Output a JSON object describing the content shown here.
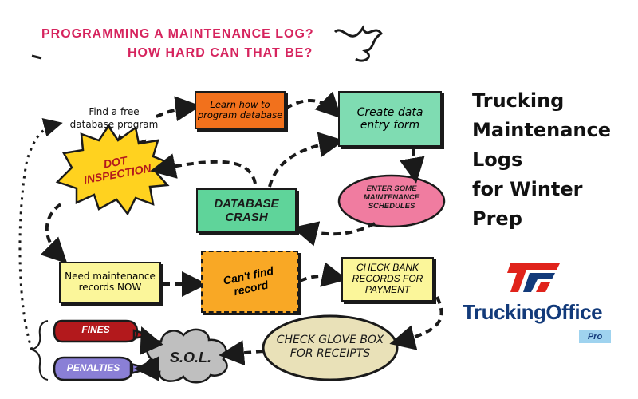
{
  "headline": {
    "line1": "PROGRAMMING A MAINTENANCE LOG?",
    "line2": "HOW HARD CAN THAT BE?"
  },
  "nodes": {
    "find_program": {
      "line1": "Find a free",
      "line2": "database program"
    },
    "learn_program": {
      "line1": "Learn how to",
      "line2": "program database"
    },
    "create_form": {
      "line1": "Create data",
      "line2": "entry form"
    },
    "dot_inspection": {
      "line1": "DOT",
      "line2": "INSPECTION"
    },
    "database_crash": {
      "line1": "DATABASE",
      "line2": "CRASH"
    },
    "enter_schedules": {
      "line1": "ENTER SOME",
      "line2": "MAINTENANCE",
      "line3": "SCHEDULES"
    },
    "need_records": {
      "line1": "Need maintenance",
      "line2": "records NOW"
    },
    "cant_find": {
      "line1": "Can't find",
      "line2": "record"
    },
    "check_bank": {
      "line1": "CHECK BANK",
      "line2": "RECORDS FOR",
      "line3": "PAYMENT"
    },
    "fines": "FINES",
    "penalties": "PENALTIES",
    "sol": "S.O.L.",
    "glove_box": {
      "line1": "CHECK GLOVE BOX",
      "line2": "FOR RECEIPTS"
    }
  },
  "title": {
    "line1": "Trucking",
    "line2": "Maintenance",
    "line3": "Logs",
    "line4": "for Winter",
    "line5": "Prep"
  },
  "logo": {
    "name": "TruckingOffice",
    "badge": "Pro",
    "icon": "trucking-office-logo-icon"
  },
  "colors": {
    "headline": "#d6245e",
    "orange": "#f2711c",
    "green": "#7fdcb2",
    "red_burst": "#d62828",
    "yellow_burst": "#ffd21f",
    "pink": "#f07ca0",
    "yellow": "#fbf69a",
    "amber": "#f9a825",
    "dark_red": "#b3191c",
    "purple": "#8a7fd6",
    "tan": "#e9e1b8",
    "logo_blue": "#123a7a",
    "logo_red": "#e0231b",
    "badge": "#9fd3ef"
  }
}
